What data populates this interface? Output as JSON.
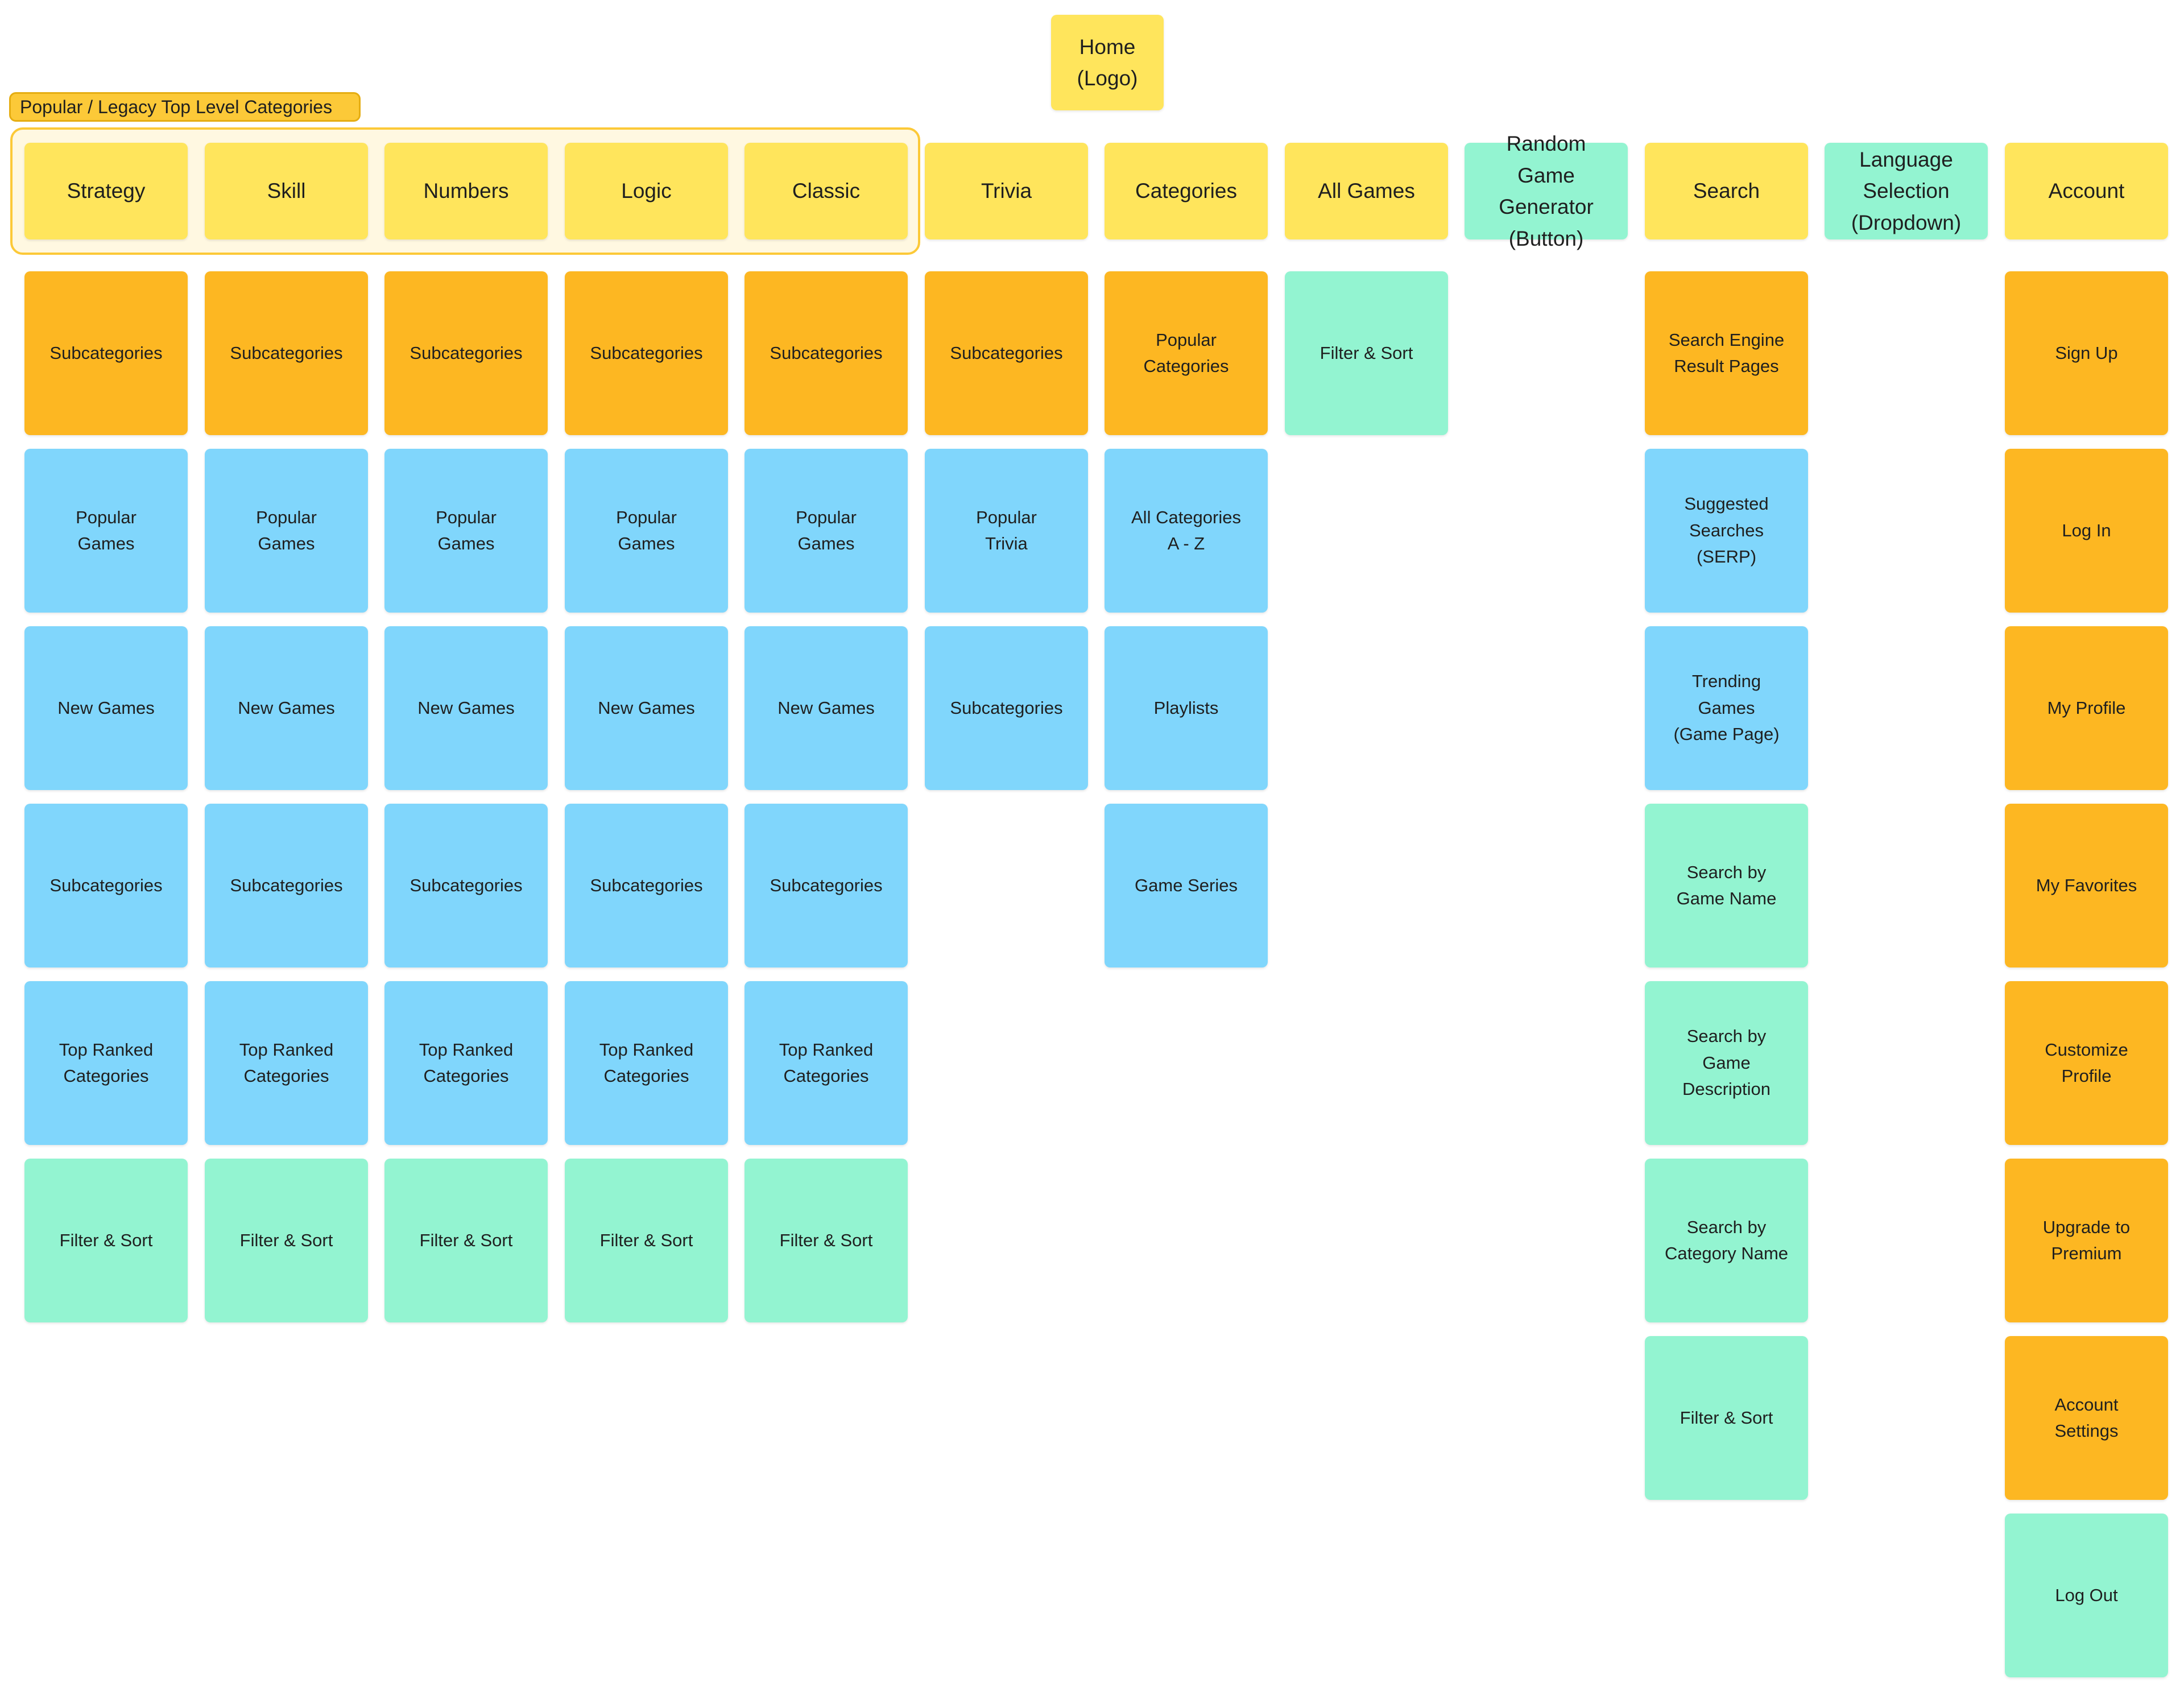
{
  "section_label": "Popular / Legacy Top Level Categories",
  "home": "Home\n(Logo)",
  "colors": {
    "yellow": "#ffe55c",
    "orange": "#fdb722",
    "blue": "#80d6fc",
    "green": "#93f4d1",
    "section_fill": "#fff8e1",
    "section_border": "#fcc938"
  },
  "columns": [
    {
      "header": {
        "text": "Strategy",
        "color": "yellow"
      },
      "items": [
        {
          "text": "Subcategories",
          "color": "orange"
        },
        {
          "text": "Popular\nGames",
          "color": "blue"
        },
        {
          "text": "New Games",
          "color": "blue"
        },
        {
          "text": "Subcategories",
          "color": "blue"
        },
        {
          "text": "Top Ranked\nCategories",
          "color": "blue"
        },
        {
          "text": "Filter & Sort",
          "color": "green"
        }
      ]
    },
    {
      "header": {
        "text": "Skill",
        "color": "yellow"
      },
      "items": [
        {
          "text": "Subcategories",
          "color": "orange"
        },
        {
          "text": "Popular\nGames",
          "color": "blue"
        },
        {
          "text": "New Games",
          "color": "blue"
        },
        {
          "text": "Subcategories",
          "color": "blue"
        },
        {
          "text": "Top Ranked\nCategories",
          "color": "blue"
        },
        {
          "text": "Filter & Sort",
          "color": "green"
        }
      ]
    },
    {
      "header": {
        "text": "Numbers",
        "color": "yellow"
      },
      "items": [
        {
          "text": "Subcategories",
          "color": "orange"
        },
        {
          "text": "Popular\nGames",
          "color": "blue"
        },
        {
          "text": "New Games",
          "color": "blue"
        },
        {
          "text": "Subcategories",
          "color": "blue"
        },
        {
          "text": "Top Ranked\nCategories",
          "color": "blue"
        },
        {
          "text": "Filter & Sort",
          "color": "green"
        }
      ]
    },
    {
      "header": {
        "text": "Logic",
        "color": "yellow"
      },
      "items": [
        {
          "text": "Subcategories",
          "color": "orange"
        },
        {
          "text": "Popular\nGames",
          "color": "blue"
        },
        {
          "text": "New Games",
          "color": "blue"
        },
        {
          "text": "Subcategories",
          "color": "blue"
        },
        {
          "text": "Top Ranked\nCategories",
          "color": "blue"
        },
        {
          "text": "Filter & Sort",
          "color": "green"
        }
      ]
    },
    {
      "header": {
        "text": "Classic",
        "color": "yellow"
      },
      "items": [
        {
          "text": "Subcategories",
          "color": "orange"
        },
        {
          "text": "Popular\nGames",
          "color": "blue"
        },
        {
          "text": "New Games",
          "color": "blue"
        },
        {
          "text": "Subcategories",
          "color": "blue"
        },
        {
          "text": "Top Ranked\nCategories",
          "color": "blue"
        },
        {
          "text": "Filter & Sort",
          "color": "green"
        }
      ]
    },
    {
      "header": {
        "text": "Trivia",
        "color": "yellow"
      },
      "items": [
        {
          "text": "Subcategories",
          "color": "orange"
        },
        {
          "text": "Popular\nTrivia",
          "color": "blue"
        },
        {
          "text": "Subcategories",
          "color": "blue"
        }
      ]
    },
    {
      "header": {
        "text": "Categories",
        "color": "yellow"
      },
      "items": [
        {
          "text": "Popular\nCategories",
          "color": "orange"
        },
        {
          "text": "All Categories\nA - Z",
          "color": "blue"
        },
        {
          "text": "Playlists",
          "color": "blue"
        },
        {
          "text": "Game Series",
          "color": "blue"
        }
      ]
    },
    {
      "header": {
        "text": "All Games",
        "color": "yellow"
      },
      "items": [
        {
          "text": "Filter & Sort",
          "color": "green"
        }
      ]
    },
    {
      "header": {
        "text": "Random Game\nGenerator\n(Button)",
        "color": "green"
      },
      "items": []
    },
    {
      "header": {
        "text": "Search",
        "color": "yellow"
      },
      "items": [
        {
          "text": "Search Engine\nResult Pages",
          "color": "orange"
        },
        {
          "text": "Suggested\nSearches\n(SERP)",
          "color": "blue"
        },
        {
          "text": "Trending\nGames\n(Game Page)",
          "color": "blue"
        },
        {
          "text": "Search by\nGame Name",
          "color": "green"
        },
        {
          "text": "Search by\nGame\nDescription",
          "color": "green"
        },
        {
          "text": "Search by\nCategory Name",
          "color": "green"
        },
        {
          "text": "Filter & Sort",
          "color": "green"
        }
      ]
    },
    {
      "header": {
        "text": "Language\nSelection\n(Dropdown)",
        "color": "green"
      },
      "items": []
    },
    {
      "header": {
        "text": "Account",
        "color": "yellow"
      },
      "items": [
        {
          "text": "Sign Up",
          "color": "orange"
        },
        {
          "text": "Log In",
          "color": "orange"
        },
        {
          "text": "My Profile",
          "color": "orange"
        },
        {
          "text": "My Favorites",
          "color": "orange"
        },
        {
          "text": "Customize\nProfile",
          "color": "orange"
        },
        {
          "text": "Upgrade to\nPremium",
          "color": "orange"
        },
        {
          "text": "Account\nSettings",
          "color": "orange"
        },
        {
          "text": "Log Out",
          "color": "green"
        }
      ]
    }
  ]
}
